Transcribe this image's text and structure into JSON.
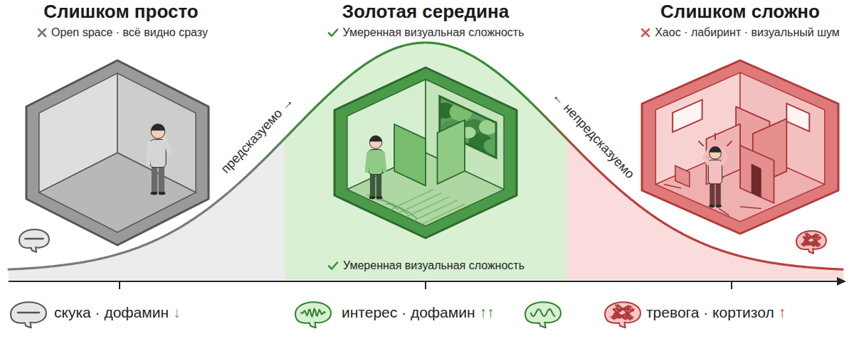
{
  "diagram": {
    "nodes": [
      {
        "text": [
          "Умеренная визуальная сложность"
        ]
      }
    ],
    "labels": [
      "Слишком просто",
      "Open space · всё видно сразу",
      "Золотая середина",
      "Умеренная визуальная сложность",
      "Слишком сложно",
      "Хаос · лабиринт · визуальный шум",
      "предсказуемо →",
      "← непредсказуемо",
      "скука · дофамин",
      "↓",
      "интерес · дофамин",
      "↑↑",
      "тревога · кортизол",
      "↑"
    ]
  }
}
